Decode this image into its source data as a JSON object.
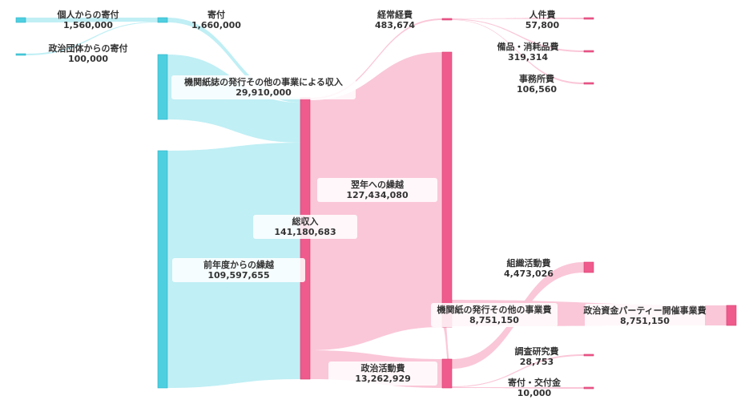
{
  "chart_data": {
    "type": "sankey",
    "unit": "円",
    "colors": {
      "income_node": "#4ecfe0",
      "income_link": "#bdeef4",
      "expense_node": "#ef5b8c",
      "expense_link": "#fac4d6"
    },
    "nodes": [
      {
        "id": "individual",
        "name": "個人からの寄付",
        "value": "1,560,000",
        "side": "income"
      },
      {
        "id": "group",
        "name": "政治団体からの寄付",
        "value": "100,000",
        "side": "income"
      },
      {
        "id": "donation",
        "name": "寄付",
        "value": "1,660,000",
        "side": "income"
      },
      {
        "id": "publication_income",
        "name": "機関紙誌の発行その他の事業による収入",
        "value": "29,910,000",
        "side": "income"
      },
      {
        "id": "carryover_in",
        "name": "前年度からの繰越",
        "value": "109,597,655",
        "side": "income"
      },
      {
        "id": "total",
        "name": "総収入",
        "value": "141,180,683",
        "side": "expense"
      },
      {
        "id": "regular",
        "name": "経常経費",
        "value": "483,674",
        "side": "expense"
      },
      {
        "id": "carryover_out",
        "name": "翌年への繰越",
        "value": "127,434,080",
        "side": "expense"
      },
      {
        "id": "political",
        "name": "政治活動費",
        "value": "13,262,929",
        "side": "expense"
      },
      {
        "id": "personnel",
        "name": "人件費",
        "value": "57,800",
        "side": "expense"
      },
      {
        "id": "supplies",
        "name": "備品・消耗品費",
        "value": "319,314",
        "side": "expense"
      },
      {
        "id": "office",
        "name": "事務所費",
        "value": "106,560",
        "side": "expense"
      },
      {
        "id": "organization",
        "name": "組織活動費",
        "value": "4,473,026",
        "side": "expense"
      },
      {
        "id": "publication_exp",
        "name": "機関紙の発行その他の事業費",
        "value": "8,751,150",
        "side": "expense"
      },
      {
        "id": "research",
        "name": "調査研究費",
        "value": "28,753",
        "side": "expense"
      },
      {
        "id": "contribution",
        "name": "寄付・交付金",
        "value": "10,000",
        "side": "expense"
      },
      {
        "id": "party",
        "name": "政治資金パーティー開催事業費",
        "value": "8,751,150",
        "side": "expense"
      }
    ],
    "links": [
      {
        "source": "individual",
        "target": "donation",
        "value": 1560000
      },
      {
        "source": "group",
        "target": "donation",
        "value": 100000
      },
      {
        "source": "donation",
        "target": "total",
        "value": 1660000
      },
      {
        "source": "publication_income",
        "target": "total",
        "value": 29910000
      },
      {
        "source": "carryover_in",
        "target": "total",
        "value": 109597655
      },
      {
        "source": "total",
        "target": "regular",
        "value": 483674
      },
      {
        "source": "total",
        "target": "carryover_out",
        "value": 127434080
      },
      {
        "source": "total",
        "target": "political",
        "value": 13262929
      },
      {
        "source": "regular",
        "target": "personnel",
        "value": 57800
      },
      {
        "source": "regular",
        "target": "supplies",
        "value": 319314
      },
      {
        "source": "regular",
        "target": "office",
        "value": 106560
      },
      {
        "source": "political",
        "target": "organization",
        "value": 4473026
      },
      {
        "source": "political",
        "target": "publication_exp",
        "value": 8751150
      },
      {
        "source": "political",
        "target": "research",
        "value": 28753
      },
      {
        "source": "political",
        "target": "contribution",
        "value": 10000
      },
      {
        "source": "publication_exp",
        "target": "party",
        "value": 8751150
      }
    ]
  }
}
